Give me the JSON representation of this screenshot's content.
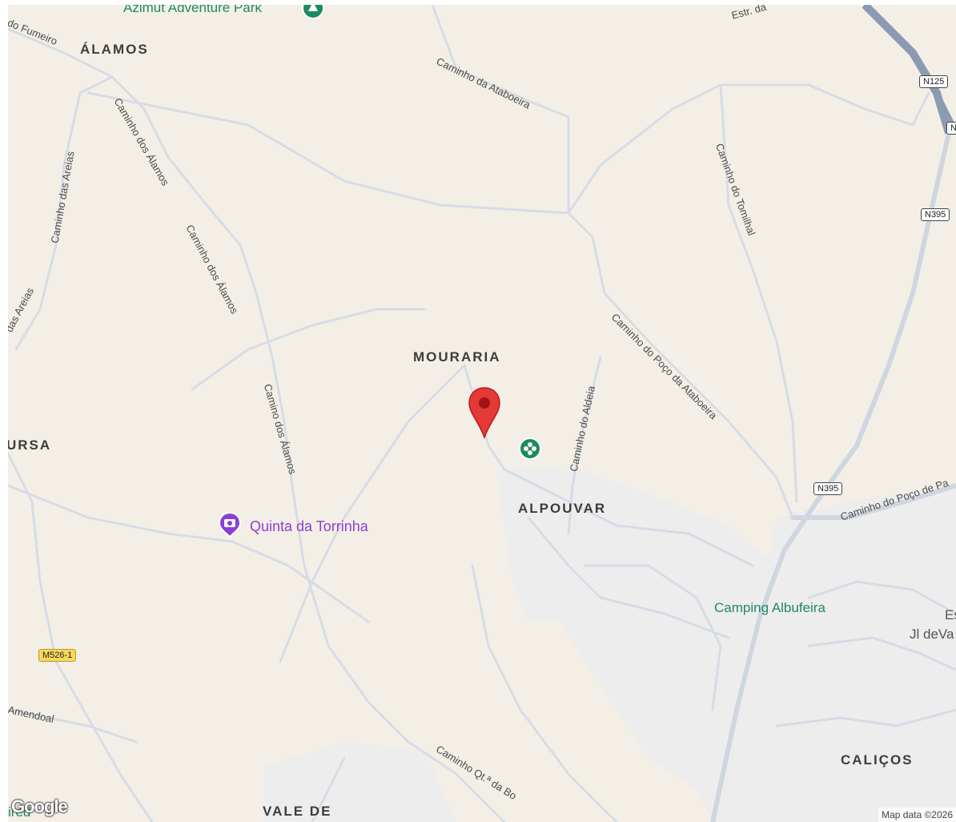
{
  "map": {
    "areas": {
      "alamos": "ÁLAMOS",
      "mouraria": "MOURARIA",
      "ursa": "URSA",
      "alpouvar": "ALPOUVAR",
      "calicos": "CALIÇOS",
      "vale_de": "VALE DE"
    },
    "roads": {
      "fumeiro": "do Fumeiro",
      "ataboeira": "Caminho da Ataboeira",
      "estr": "Estr. da",
      "caminho_alamos_top": "Caminho dos Álamos",
      "caminho_areias": "Caminho das Areias",
      "das_areias": "das Areias",
      "caminho_alamos_mid": "Caminho dos Álamos",
      "camino_alamos": "Camino dos Álamos",
      "tomilhal": "Caminho do Tomilhal",
      "poco_ataboeira": "Caminho do Poço da Ataboeira",
      "aldeia": "Caminho do Aldeia",
      "poco_de_pa": "Caminho do Poço de Pa",
      "amendoal": "Amendoal",
      "qta_bo": "Caminho Qt.ª da Bo"
    },
    "shields": {
      "n125": "N125",
      "n_cut": "N",
      "n395_top": "N395",
      "n395_mid": "N395",
      "m526": "M526-1"
    },
    "pois": {
      "azimut": "Azimut Adventure Park",
      "quinta": "Quinta da Torrinha",
      "camping": "Camping Albufeira",
      "es": "Es",
      "jl": "Jl deVa",
      "ired": "ired"
    },
    "icons": {
      "marker": "location-pin-icon",
      "park": "park-icon",
      "flower": "garden-icon",
      "camera": "camera-icon"
    },
    "attribution": "Map data ©2026",
    "logo": "Google"
  },
  "colors": {
    "land": "#f4efe6",
    "urban": "#eeeded",
    "road": "#cfd6e0",
    "highway": "#8a9bb2",
    "marker": "#e53935",
    "poi_green": "#1e8a5f",
    "poi_purple": "#8b3fd0"
  }
}
